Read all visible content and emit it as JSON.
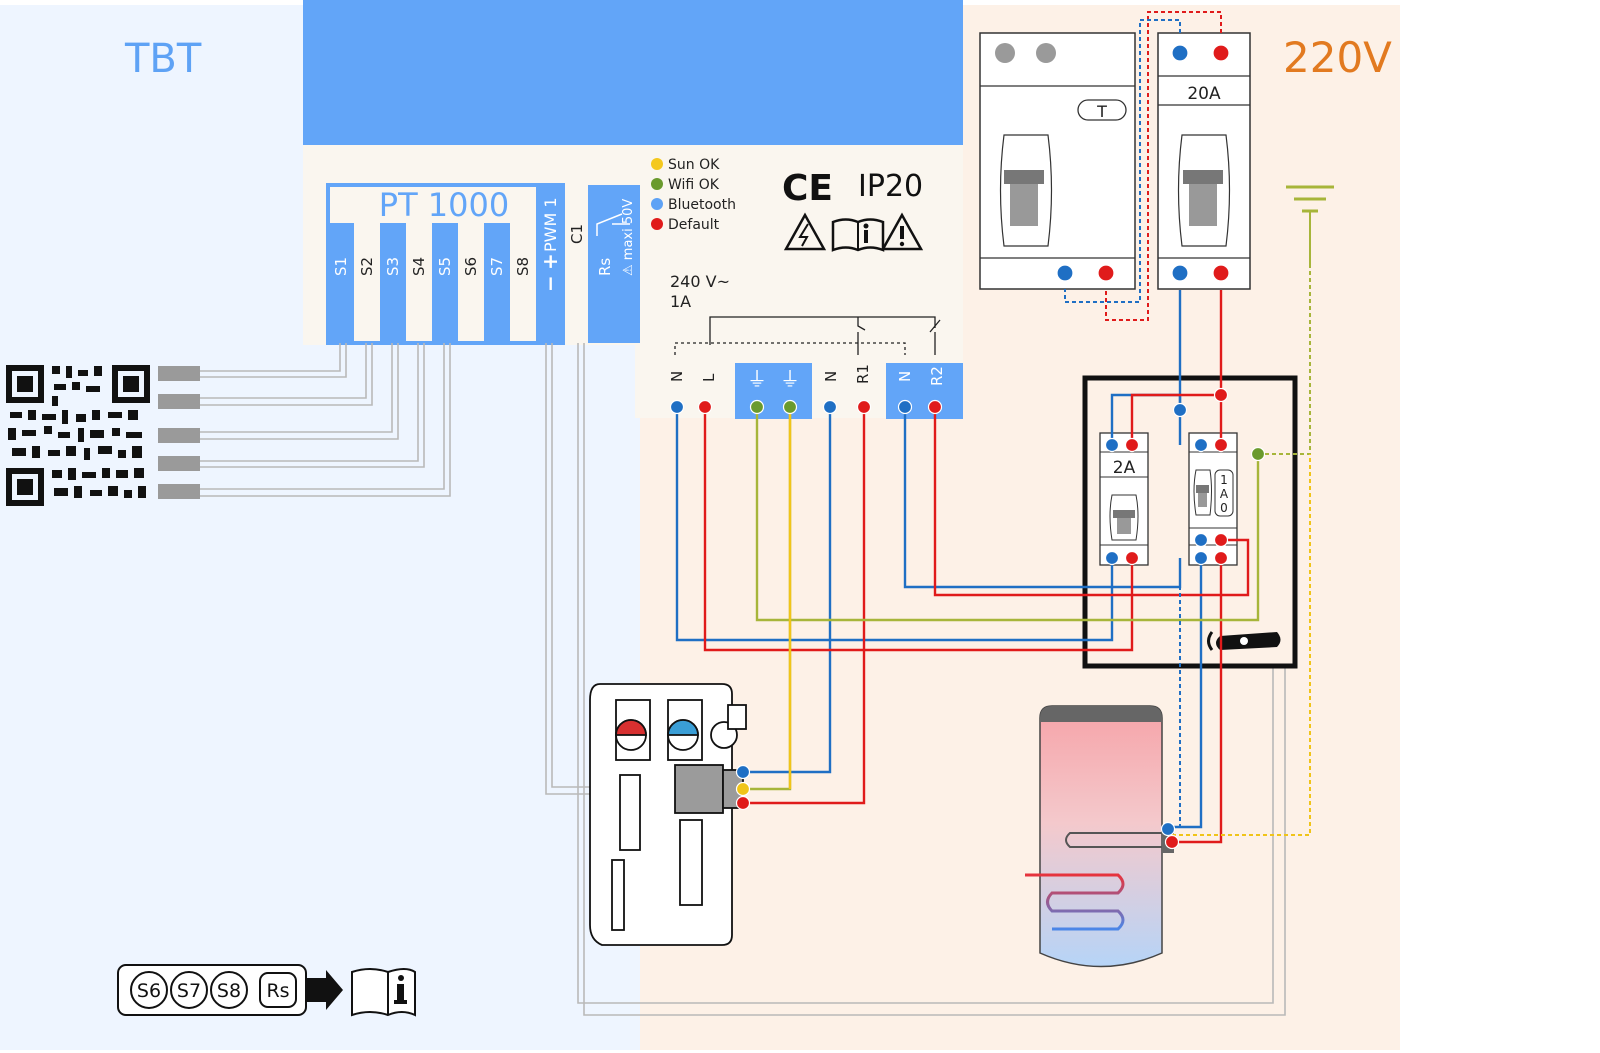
{
  "zones": {
    "low_voltage": "TBT",
    "mains": "220V"
  },
  "controller": {
    "sensor_block_title": "PT 1000",
    "sensor_terminals": [
      "S1",
      "S2",
      "S3",
      "S4",
      "S5",
      "S6",
      "S7",
      "S8"
    ],
    "pwm_label": "PWM 1",
    "pwm_minus": "−",
    "pwm_plus": "+",
    "c1_label": "C1",
    "rs_label": "Rs",
    "rs_note": "⚠ maxi 50V",
    "leds": [
      {
        "label": "Sun OK",
        "color": "#f4c81d"
      },
      {
        "label": "Wifi OK",
        "color": "#6a9a2d"
      },
      {
        "label": "Bluetooth",
        "color": "#5ea2f5"
      },
      {
        "label": "Default",
        "color": "#e01b1b"
      }
    ],
    "ce_mark": "CE",
    "ip_rating": "IP20",
    "power_rating_line1": "240 V~",
    "power_rating_line2": "1A",
    "power_terminals": [
      "N",
      "L",
      "⏚",
      "⏚",
      "N",
      "R1",
      "N",
      "R2"
    ]
  },
  "breakers": {
    "rcd_test_label": "T",
    "main_breaker_rating": "20A",
    "small_breaker_rating": "2A",
    "switch_positions": [
      "1",
      "A",
      "0"
    ]
  },
  "legend": {
    "terminals": [
      "S6",
      "S7",
      "S8",
      "Rs"
    ]
  },
  "colors": {
    "blue_zone": "#eef5ff",
    "orange_zone": "#fdf1e7",
    "controller_blue": "#62a5f8",
    "neutral_wire": "#1f6fc4",
    "live_wire": "#e01b1b",
    "earth_wire": "#a7b53a",
    "signal_wire": "#f0c419"
  }
}
